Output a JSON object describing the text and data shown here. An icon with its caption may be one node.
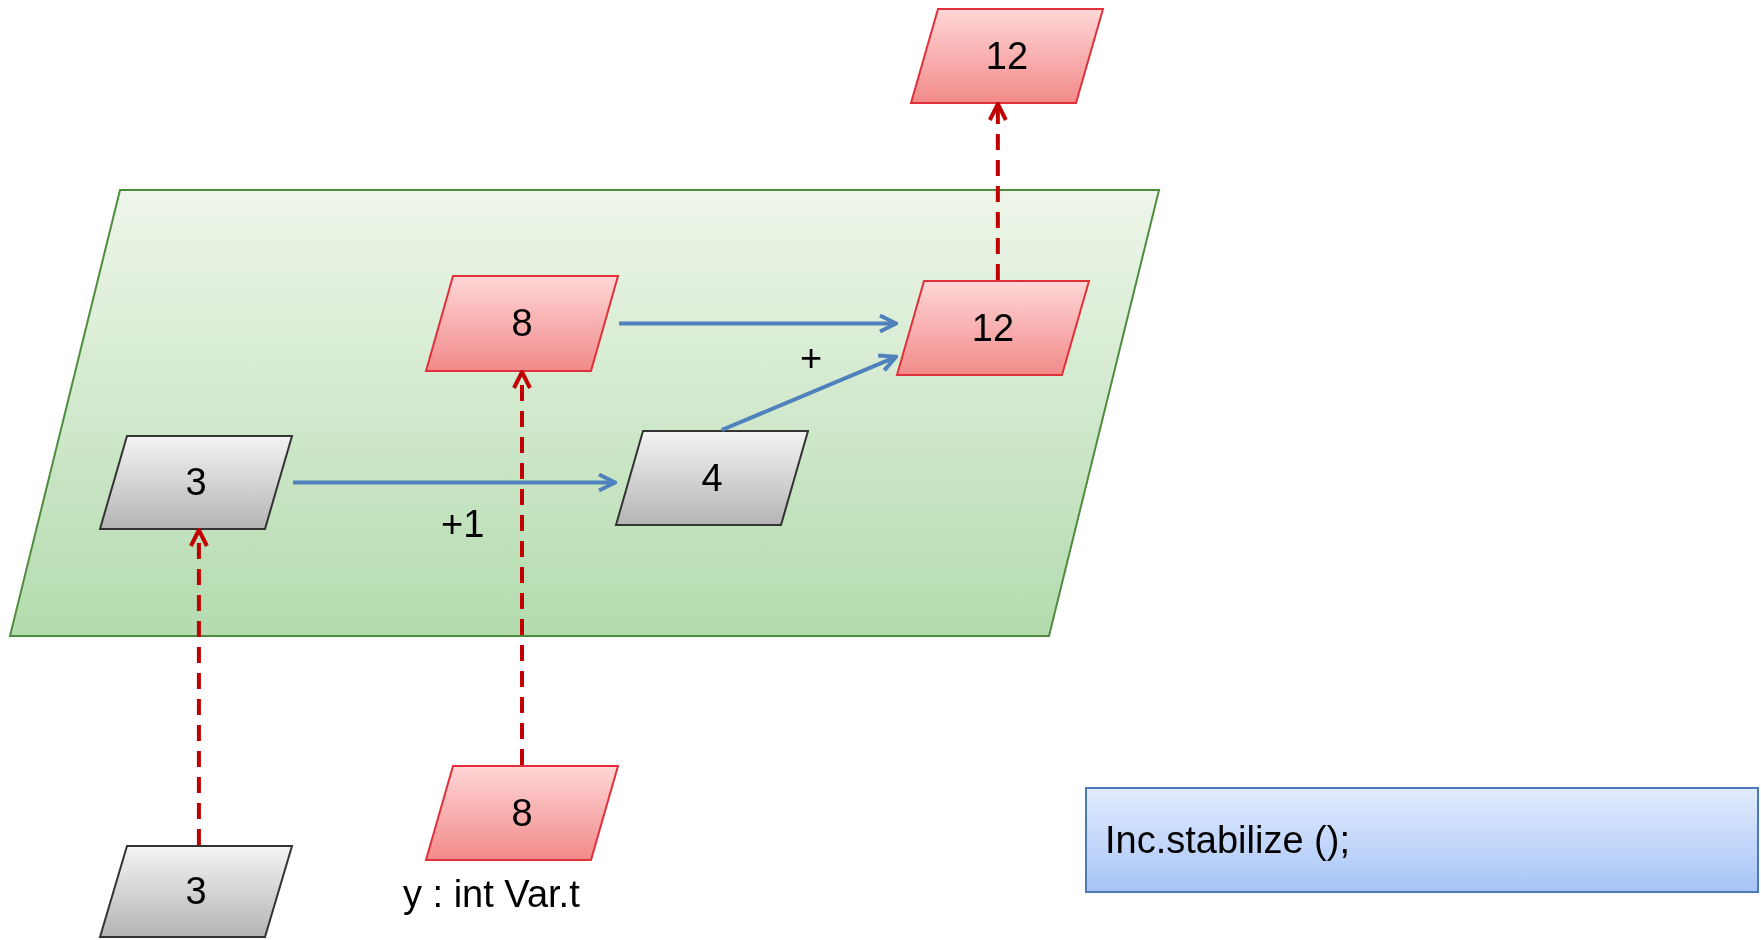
{
  "diagram": {
    "nodes": [
      {
        "text": [
          "12"
        ]
      },
      {
        "text": [],
        "shape": "parallelogram"
      },
      {
        "text": [
          "8"
        ],
        "in": 1
      },
      {
        "text": [
          "12"
        ],
        "in": 1
      },
      {
        "text": [
          "3"
        ],
        "in": 1
      },
      {
        "text": [
          "4"
        ],
        "in": 1
      },
      {
        "text": [
          "8"
        ],
        "beside": [
          "y : int Var.t"
        ]
      },
      {
        "text": [
          "3"
        ]
      },
      {
        "text": [
          "Inc.stabilize ();"
        ]
      }
    ],
    "edges": [
      {
        "from": 4,
        "to": 5,
        "arrow": "to",
        "label": "+1",
        "color": "#4f81bd"
      },
      {
        "from": 2,
        "to": 3,
        "arrow": "to",
        "color": "#4f81bd"
      },
      {
        "from": 5,
        "to": 3,
        "arrow": "to",
        "label": "+",
        "color": "#4f81bd"
      },
      {
        "from": 7,
        "to": 4,
        "arrow": "to",
        "style": "dashed",
        "color": "#c00000"
      },
      {
        "from": 6,
        "to": 2,
        "arrow": "to",
        "style": "dashed",
        "color": "#c00000"
      },
      {
        "from": 3,
        "to": 0,
        "arrow": "to",
        "style": "dashed",
        "color": "#c00000"
      }
    ]
  }
}
